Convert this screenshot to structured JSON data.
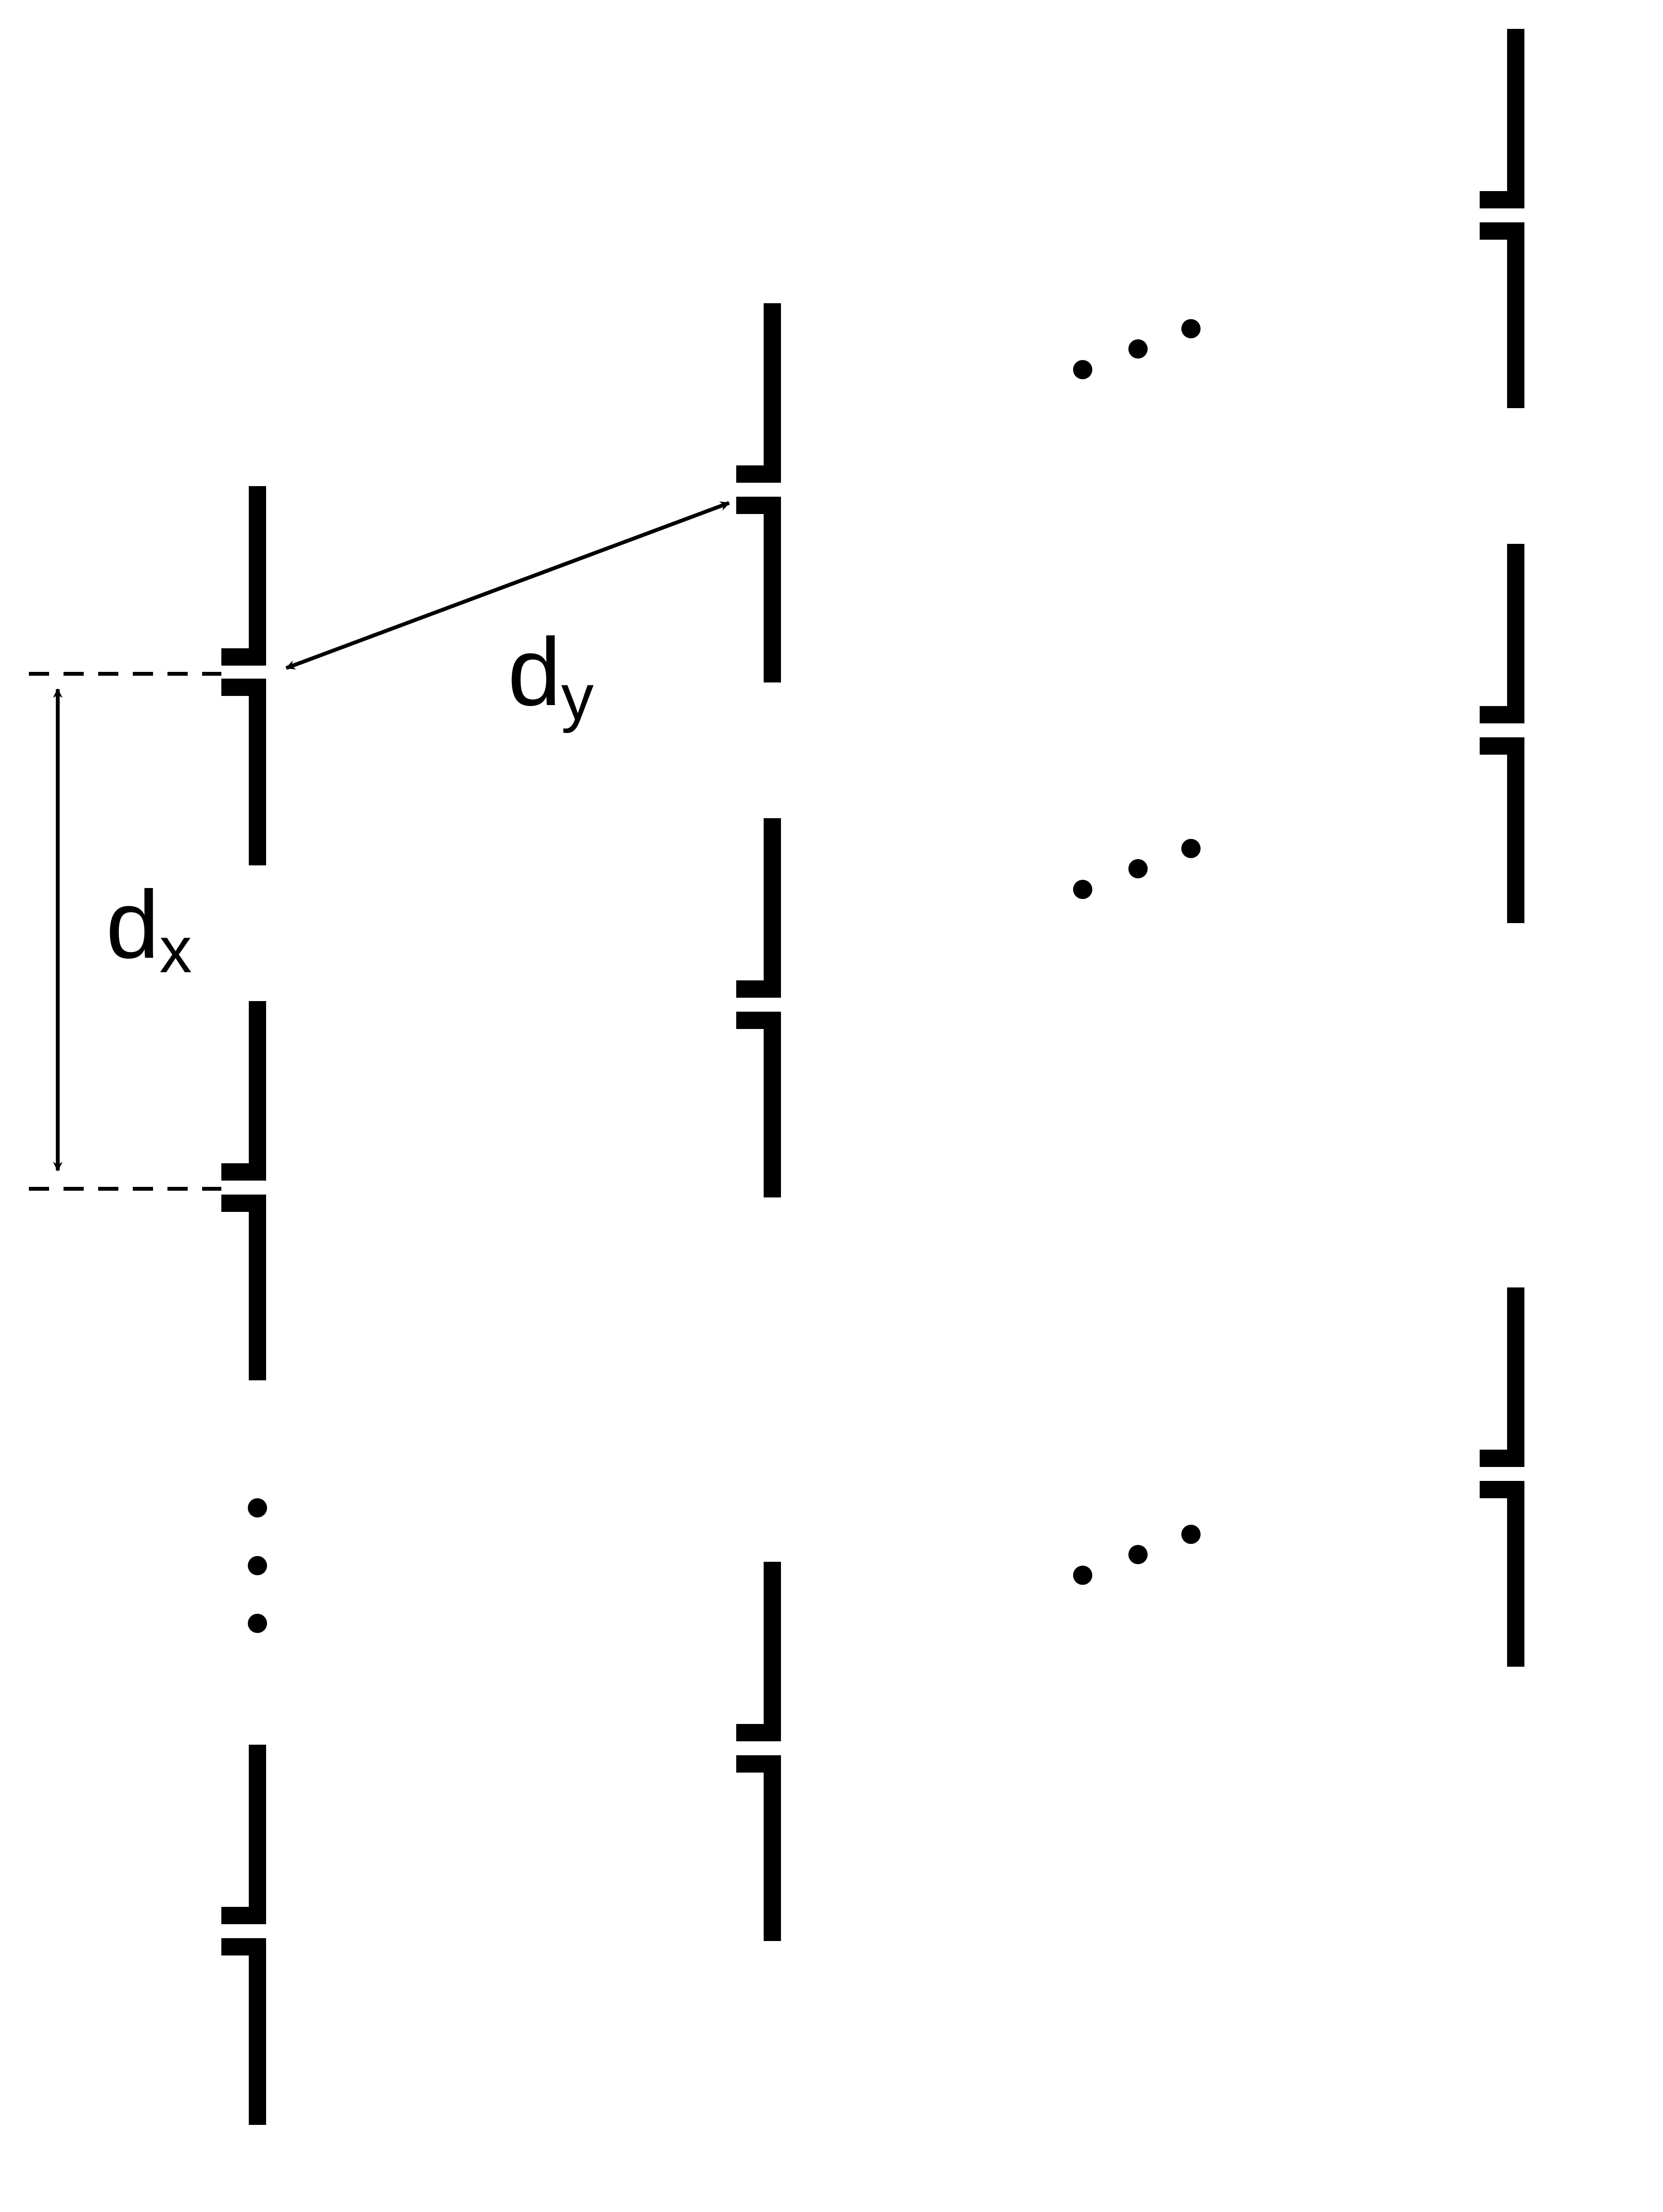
{
  "diagram": {
    "colors": {
      "stroke": "#000000",
      "background": "#ffffff"
    },
    "labels": {
      "dx_main": "d",
      "dx_sub": "x",
      "dy_main": "d",
      "dy_sub": "y"
    },
    "element_icon": "dipole-antenna-icon",
    "ellipsis_icon": "ellipsis-dots-icon"
  }
}
